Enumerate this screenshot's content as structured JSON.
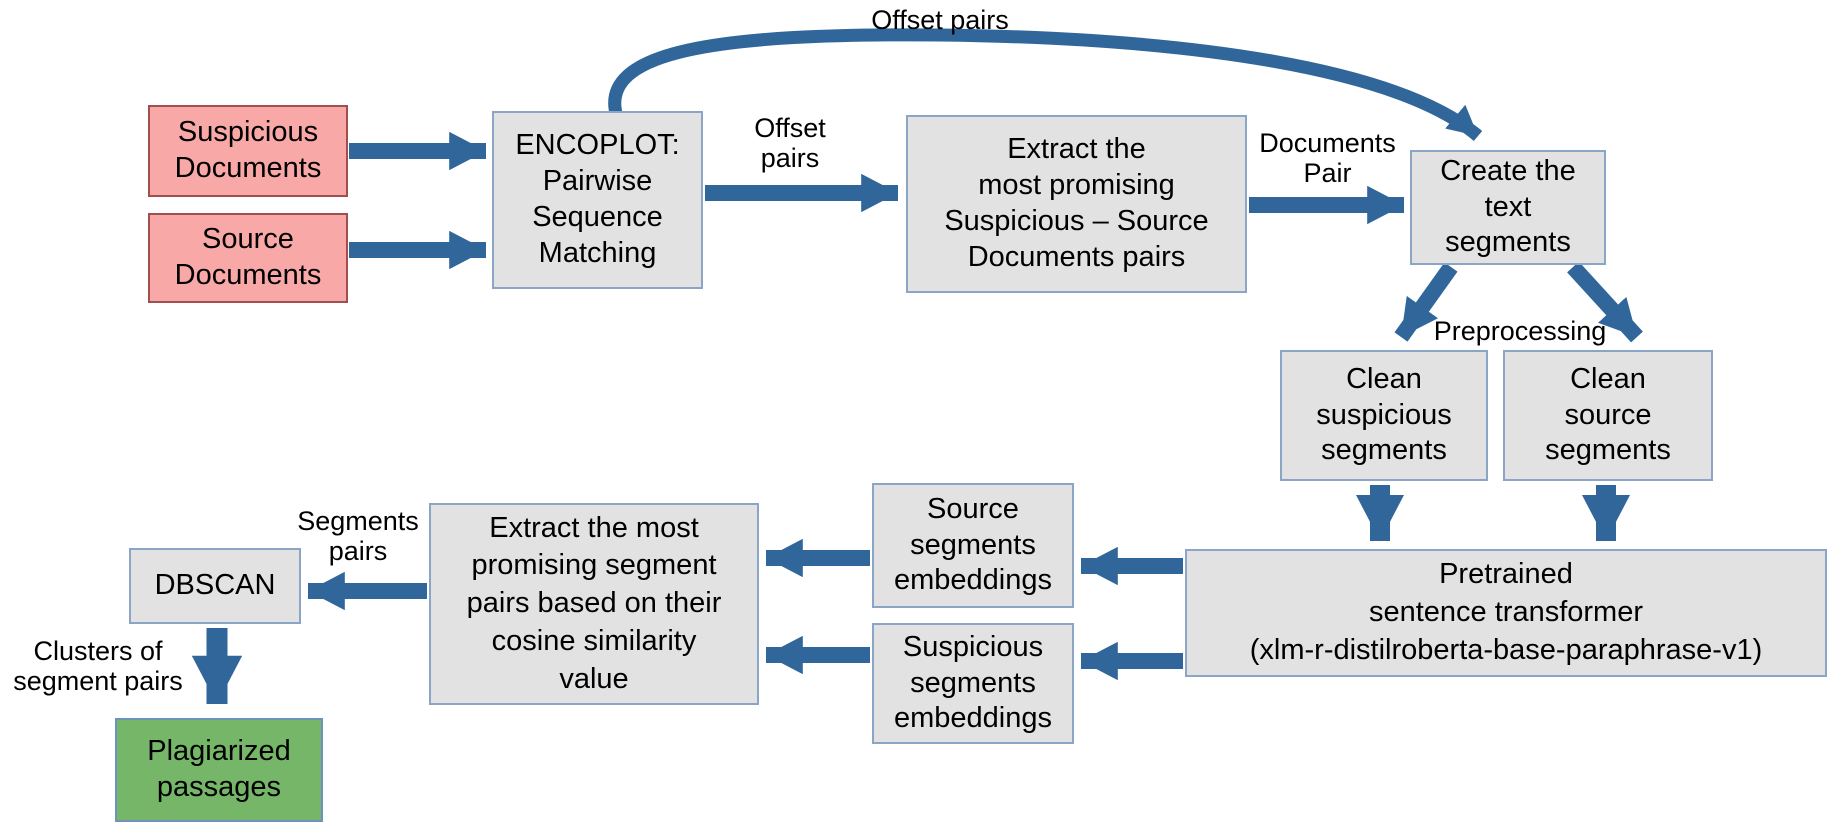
{
  "colors": {
    "background": "#ffffff",
    "text": "#000000",
    "arrow": "#31669b",
    "input_fill": "#f9a8a8",
    "input_border": "#a14e4e",
    "process_fill": "#e2e2e2",
    "process_border": "#8aa5c6",
    "output_fill": "#76b668",
    "output_border": "#6d93bb"
  },
  "boxes": {
    "suspicious_documents": {
      "label": "Suspicious\nDocuments",
      "type": "input"
    },
    "source_documents": {
      "label": "Source\nDocuments",
      "type": "input"
    },
    "encoplot": {
      "label": "ENCOPLOT:\nPairwise\nSequence\nMatching",
      "type": "process"
    },
    "extract_document_pairs": {
      "label": "Extract the\nmost promising\nSuspicious – Source\nDocuments pairs",
      "type": "process"
    },
    "create_text_segments": {
      "label": "Create the\ntext\nsegments",
      "type": "process"
    },
    "clean_suspicious_segments": {
      "label": "Clean\nsuspicious\nsegments",
      "type": "process"
    },
    "clean_source_segments": {
      "label": "Clean\nsource\nsegments",
      "type": "process"
    },
    "pretrained_sentence_transformer": {
      "label": "Pretrained\nsentence transformer\n(xlm-r-distilroberta-base-paraphrase-v1)",
      "type": "process"
    },
    "source_segments_embeddings": {
      "label": "Source\nsegments\nembeddings",
      "type": "process"
    },
    "suspicious_segments_embeddings": {
      "label": "Suspicious\nsegments\nembeddings",
      "type": "process"
    },
    "extract_segment_pairs": {
      "label": "Extract the most\npromising segment\npairs based on their\ncosine similarity\nvalue",
      "type": "process"
    },
    "dbscan": {
      "label": "DBSCAN",
      "type": "process"
    },
    "plagiarized_passages": {
      "label": "Plagiarized\npassages",
      "type": "output"
    }
  },
  "labels": {
    "offset_pairs_top": "Offset pairs",
    "offset_pairs_mid": "Offset\npairs",
    "documents_pair": "Documents\nPair",
    "preprocessing": "Preprocessing",
    "segments_pairs": "Segments\npairs",
    "clusters_of_segment_pairs": "Clusters of\nsegment pairs"
  },
  "edges": [
    {
      "from": "suspicious_documents",
      "to": "encoplot",
      "label": ""
    },
    {
      "from": "source_documents",
      "to": "encoplot",
      "label": ""
    },
    {
      "from": "encoplot",
      "to": "extract_document_pairs",
      "label": "Offset pairs"
    },
    {
      "from": "encoplot",
      "to": "create_text_segments",
      "label": "Offset pairs"
    },
    {
      "from": "extract_document_pairs",
      "to": "create_text_segments",
      "label": "Documents Pair"
    },
    {
      "from": "create_text_segments",
      "to": "clean_suspicious_segments",
      "label": "Preprocessing"
    },
    {
      "from": "create_text_segments",
      "to": "clean_source_segments",
      "label": "Preprocessing"
    },
    {
      "from": "clean_suspicious_segments",
      "to": "pretrained_sentence_transformer",
      "label": ""
    },
    {
      "from": "clean_source_segments",
      "to": "pretrained_sentence_transformer",
      "label": ""
    },
    {
      "from": "pretrained_sentence_transformer",
      "to": "source_segments_embeddings",
      "label": ""
    },
    {
      "from": "pretrained_sentence_transformer",
      "to": "suspicious_segments_embeddings",
      "label": ""
    },
    {
      "from": "source_segments_embeddings",
      "to": "extract_segment_pairs",
      "label": ""
    },
    {
      "from": "suspicious_segments_embeddings",
      "to": "extract_segment_pairs",
      "label": ""
    },
    {
      "from": "extract_segment_pairs",
      "to": "dbscan",
      "label": "Segments pairs"
    },
    {
      "from": "dbscan",
      "to": "plagiarized_passages",
      "label": "Clusters of segment pairs"
    }
  ]
}
